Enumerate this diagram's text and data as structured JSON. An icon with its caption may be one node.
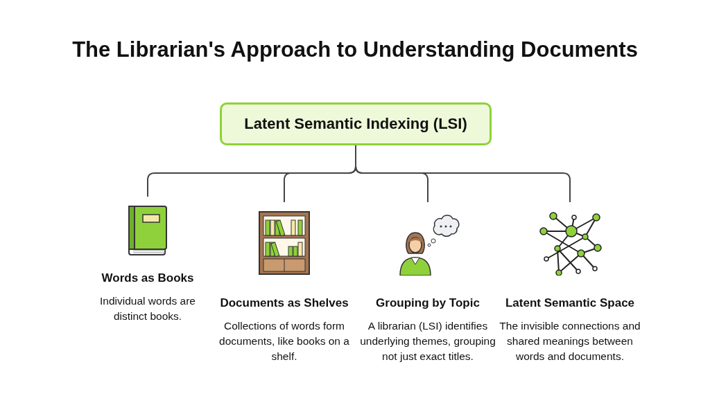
{
  "diagram": {
    "title": "The Librarian's Approach to Understanding Documents",
    "nodes": [
      {
        "text": [
          "Latent Semantic Indexing (LSI)"
        ]
      },
      {
        "text": [
          "Words as Books",
          "Individual words are distinct books."
        ]
      },
      {
        "text": [
          "Documents as Shelves",
          "Collections of words form documents, like books on a shelf."
        ]
      },
      {
        "text": [
          "Grouping by Topic",
          "A librarian (LSI) identifies underlying themes, grouping not just exact titles."
        ]
      },
      {
        "text": [
          "Latent Semantic Space",
          "The invisible connections and shared meanings between words and documents."
        ]
      }
    ],
    "edges": [
      {
        "from": 0,
        "to": 1,
        "arrow": "none"
      },
      {
        "from": 0,
        "to": 2,
        "arrow": "none"
      },
      {
        "from": 0,
        "to": 3,
        "arrow": "none"
      },
      {
        "from": 0,
        "to": 4,
        "arrow": "none"
      }
    ]
  }
}
